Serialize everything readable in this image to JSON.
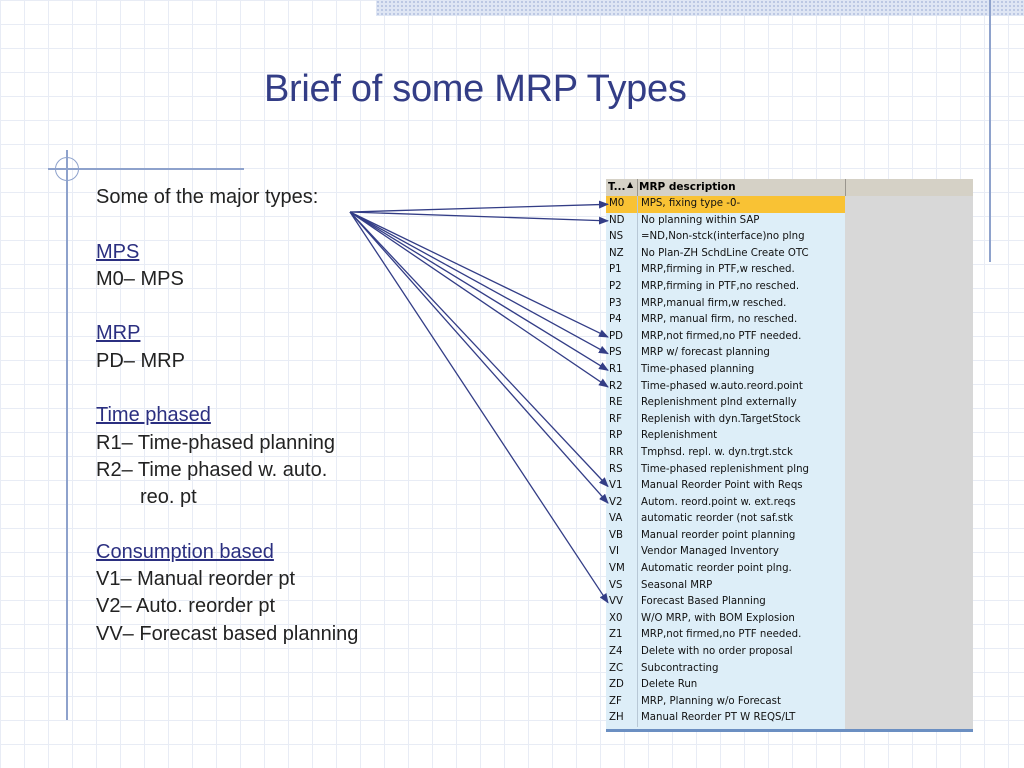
{
  "slide": {
    "title": "Brief of some MRP Types"
  },
  "bullets": [
    {
      "text": "Some of the major types:",
      "style": "plain"
    },
    {
      "text": "",
      "style": "blank"
    },
    {
      "text": "MPS",
      "style": "heading"
    },
    {
      "text": "M0– MPS",
      "style": "plain"
    },
    {
      "text": "",
      "style": "blank"
    },
    {
      "text": "MRP",
      "style": "heading"
    },
    {
      "text": "PD– MRP",
      "style": "plain"
    },
    {
      "text": "",
      "style": "blank"
    },
    {
      "text": "Time phased",
      "style": "heading"
    },
    {
      "text": "R1– Time-phased planning",
      "style": "plain"
    },
    {
      "text": "R2– Time phased w. auto.",
      "style": "plain"
    },
    {
      "text": "reo. pt",
      "style": "indent"
    },
    {
      "text": "",
      "style": "blank"
    },
    {
      "text": "Consumption based",
      "style": "heading"
    },
    {
      "text": "V1– Manual reorder pt",
      "style": "plain"
    },
    {
      "text": "V2– Auto. reorder pt",
      "style": "plain"
    },
    {
      "text": "VV– Forecast based planning",
      "style": "plain"
    }
  ],
  "table": {
    "header": {
      "col1": "T...",
      "col2": "MRP description",
      "sort_icon": "sort-ascending-icon"
    },
    "selected_code": "M0",
    "selected_color": "#f9c234",
    "rows": [
      {
        "code": "M0",
        "desc": "MPS, fixing type -0-"
      },
      {
        "code": "ND",
        "desc": "No planning within SAP"
      },
      {
        "code": "NS",
        "desc": "=ND,Non-stck(interface)no plng"
      },
      {
        "code": "NZ",
        "desc": "No Plan-ZH SchdLine Create OTC"
      },
      {
        "code": "P1",
        "desc": "MRP,firming in PTF,w resched."
      },
      {
        "code": "P2",
        "desc": "MRP,firming in PTF,no resched."
      },
      {
        "code": "P3",
        "desc": "MRP,manual firm,w resched."
      },
      {
        "code": "P4",
        "desc": "MRP, manual firm, no resched."
      },
      {
        "code": "PD",
        "desc": "MRP,not firmed,no PTF needed."
      },
      {
        "code": "PS",
        "desc": "MRP w/ forecast planning"
      },
      {
        "code": "R1",
        "desc": "Time-phased planning"
      },
      {
        "code": "R2",
        "desc": "Time-phased w.auto.reord.point"
      },
      {
        "code": "RE",
        "desc": "Replenishment plnd externally"
      },
      {
        "code": "RF",
        "desc": "Replenish with dyn.TargetStock"
      },
      {
        "code": "RP",
        "desc": "Replenishment"
      },
      {
        "code": "RR",
        "desc": "Tmphsd. repl. w. dyn.trgt.stck"
      },
      {
        "code": "RS",
        "desc": "Time-phased replenishment plng"
      },
      {
        "code": "V1",
        "desc": "Manual Reorder Point with Reqs"
      },
      {
        "code": "V2",
        "desc": "Autom. reord.point w. ext.reqs"
      },
      {
        "code": "VA",
        "desc": "automatic reorder (not saf.stk"
      },
      {
        "code": "VB",
        "desc": "Manual reorder point planning"
      },
      {
        "code": "VI",
        "desc": "Vendor Managed Inventory"
      },
      {
        "code": "VM",
        "desc": "Automatic reorder point plng."
      },
      {
        "code": "VS",
        "desc": "Seasonal MRP"
      },
      {
        "code": "VV",
        "desc": "Forecast Based Planning"
      },
      {
        "code": "X0",
        "desc": "W/O MRP, with BOM Explosion"
      },
      {
        "code": "Z1",
        "desc": "MRP,not firmed,no PTF needed."
      },
      {
        "code": "Z4",
        "desc": "Delete with no order proposal"
      },
      {
        "code": "ZC",
        "desc": "Subcontracting"
      },
      {
        "code": "ZD",
        "desc": "Delete Run"
      },
      {
        "code": "ZF",
        "desc": "MRP, Planning w/o Forecast"
      },
      {
        "code": "ZH",
        "desc": "Manual Reorder PT W REQS/LT"
      }
    ]
  },
  "arrows": {
    "color": "#333d86",
    "targets": [
      "M0",
      "ND",
      "PD",
      "PS",
      "R1",
      "R2",
      "V1",
      "V2",
      "VV"
    ]
  }
}
